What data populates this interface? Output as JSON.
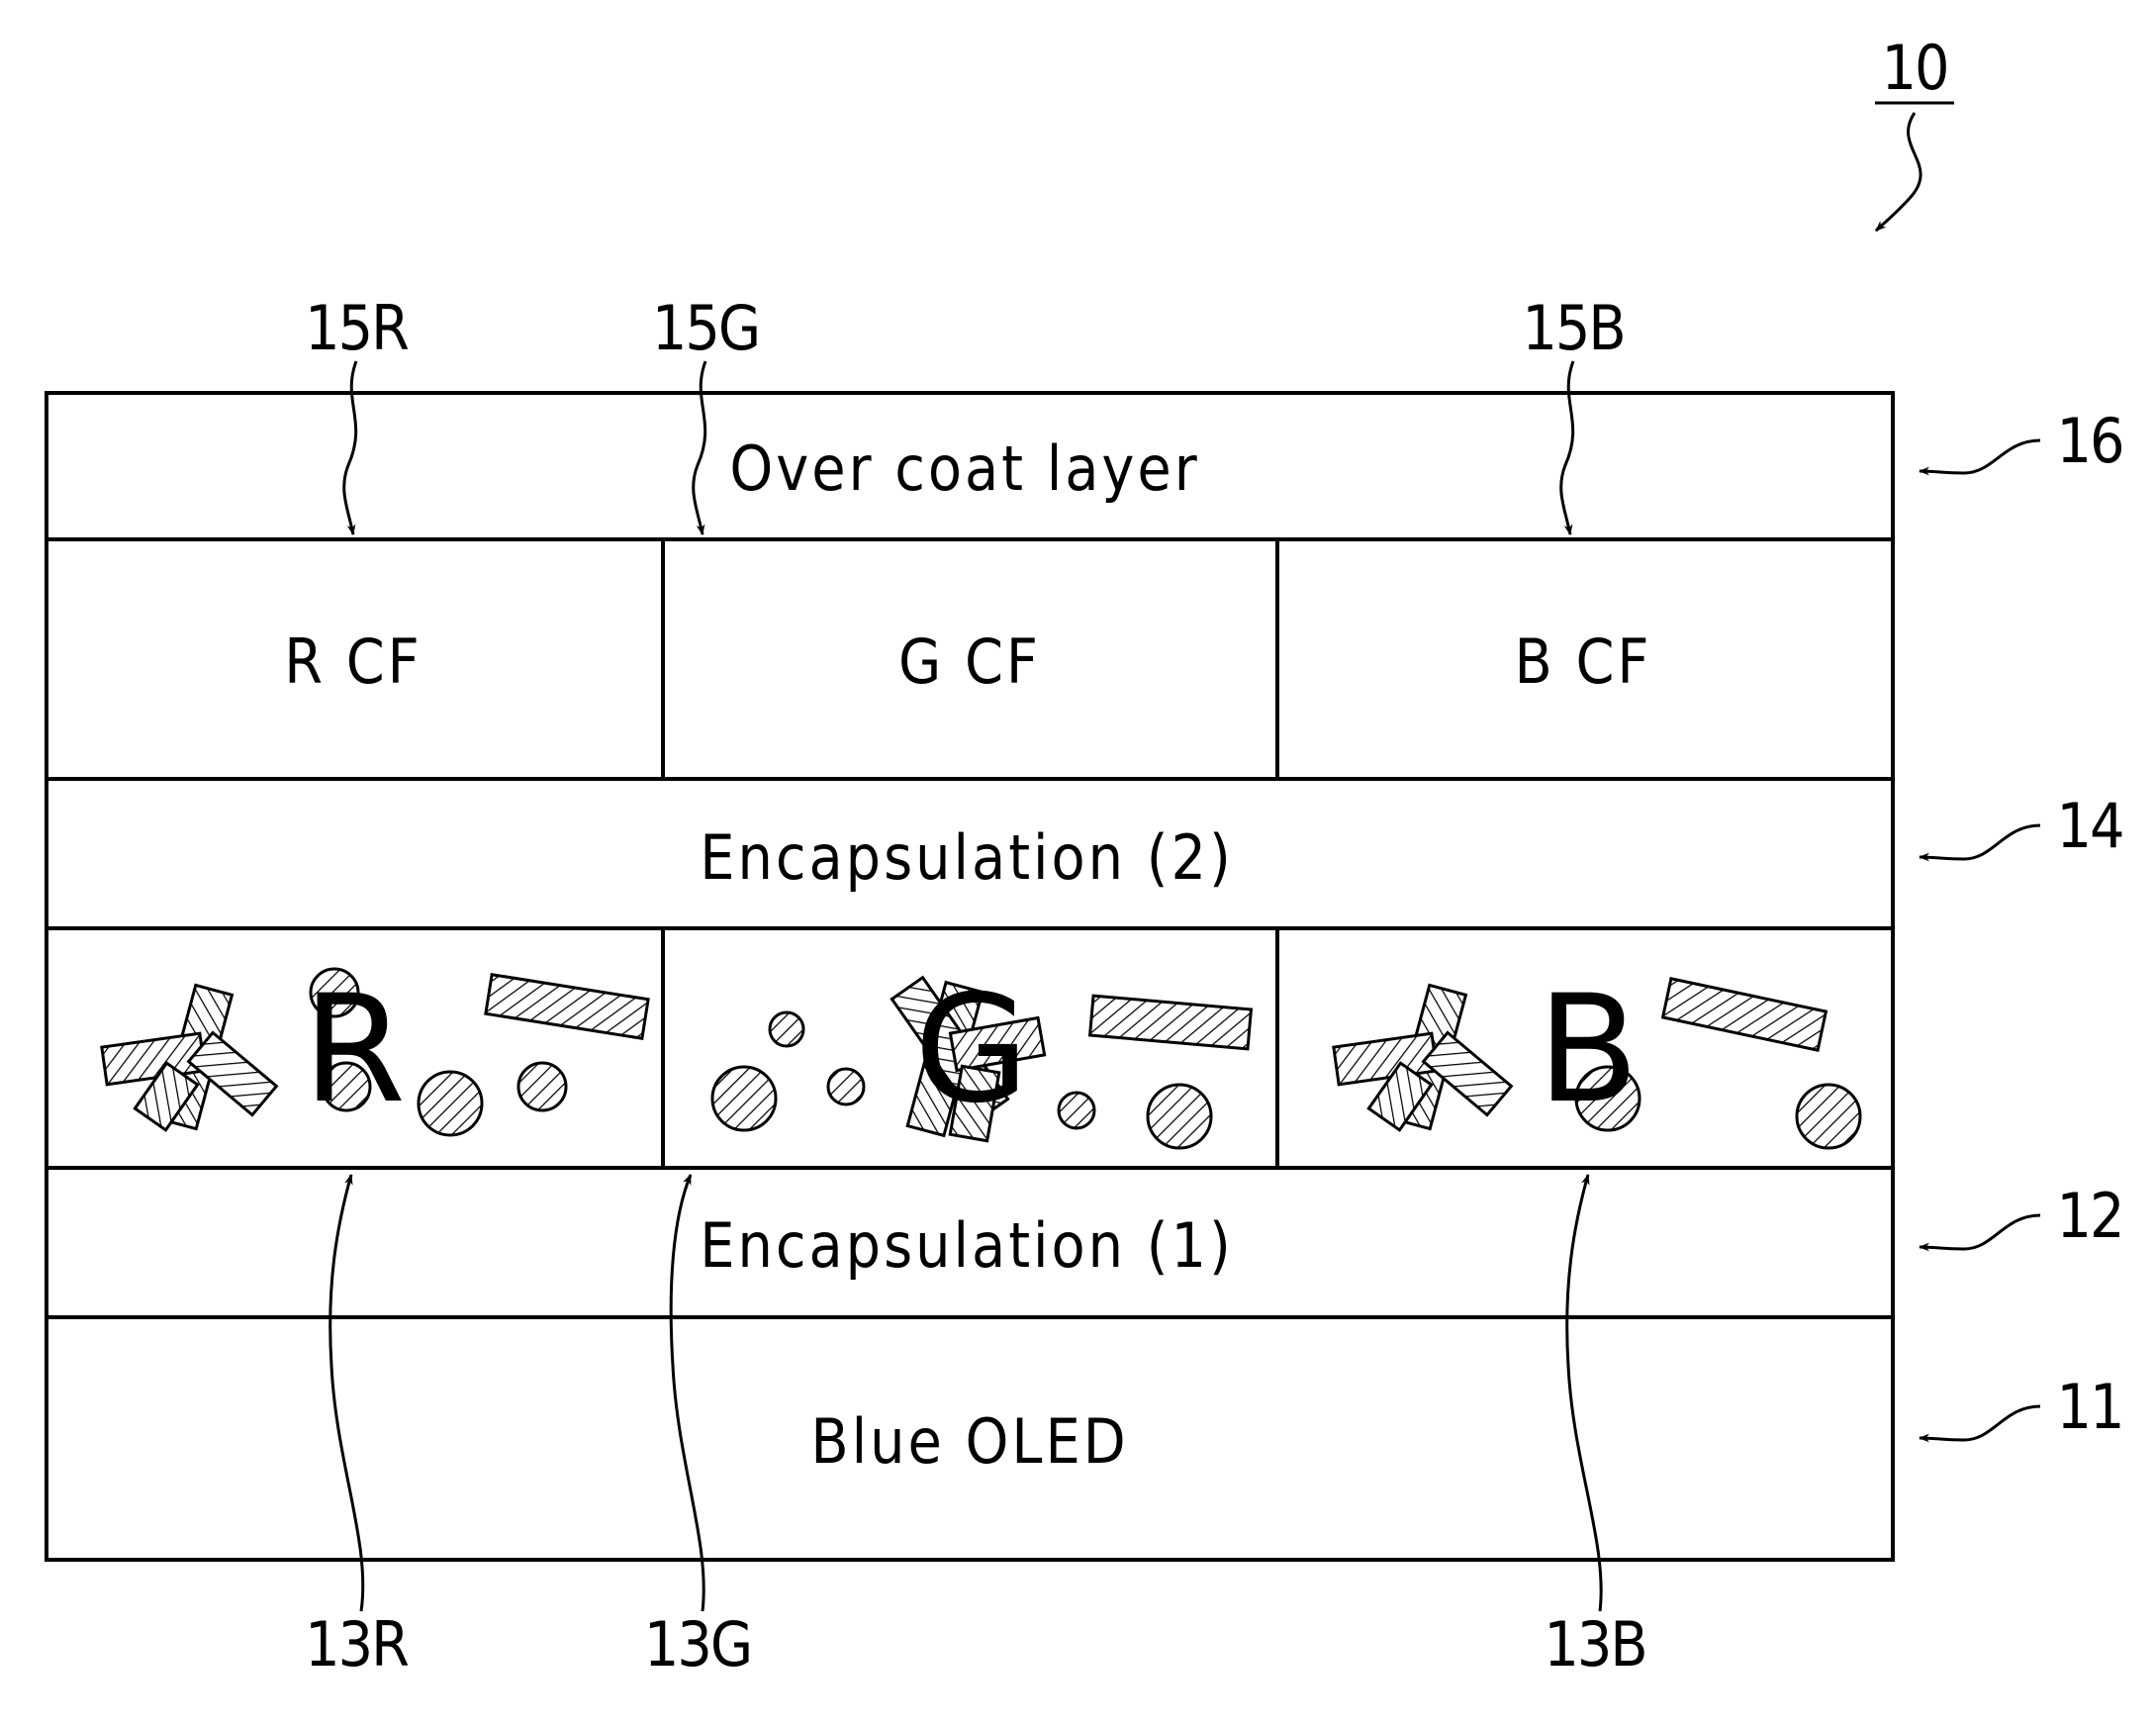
{
  "figure_number": "10",
  "layers": {
    "over_coat": "Over coat layer",
    "color_filters": {
      "r": "R CF",
      "g": "G CF",
      "b": "B CF"
    },
    "encapsulation_2": "Encapsulation (2)",
    "color_conversion": {
      "r": "R",
      "g": "G",
      "b": "B"
    },
    "encapsulation_1": "Encapsulation (1)",
    "blue_oled": "Blue OLED"
  },
  "reference_numerals": {
    "filter_r": "15R",
    "filter_g": "15G",
    "filter_b": "15B",
    "over_coat": "16",
    "encapsulation_2": "14",
    "encapsulation_1": "12",
    "blue_oled": "11",
    "conversion_r": "13R",
    "conversion_g": "13G",
    "conversion_b": "13B"
  }
}
